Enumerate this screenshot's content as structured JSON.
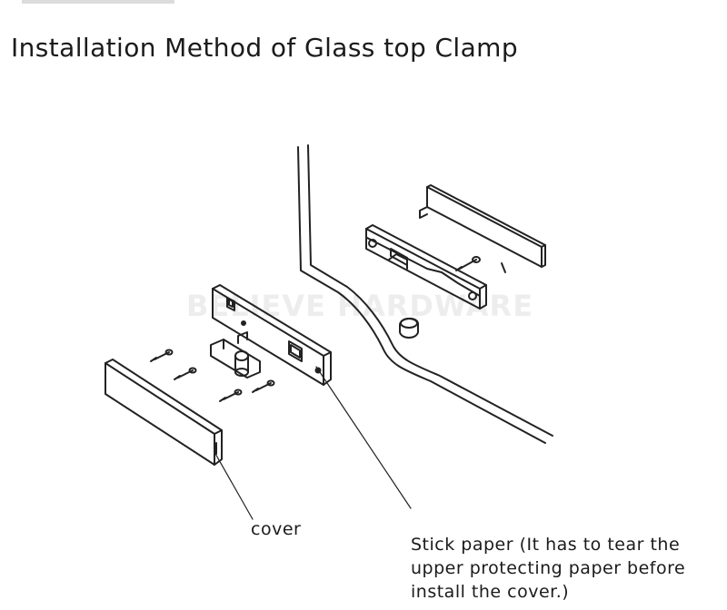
{
  "title": "Installation Method of Glass top Clamp",
  "watermark": "BELIEVE HARDWARE",
  "labels": {
    "cover": "cover",
    "stick_paper": [
      "Stick paper (It has to tear the",
      "upper protecting paper before",
      "install the cover.)"
    ]
  },
  "colors": {
    "line": "#222222",
    "background": "#ffffff"
  }
}
